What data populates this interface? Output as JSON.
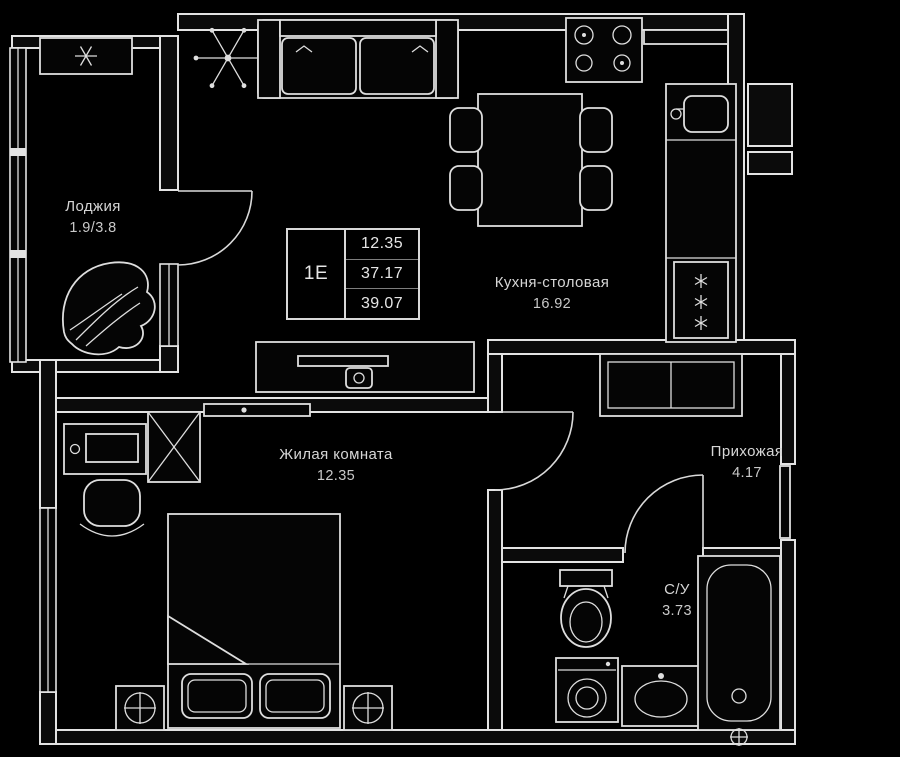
{
  "plan_info": {
    "unit_type": "1Е",
    "metrics": [
      "12.35",
      "37.17",
      "39.07"
    ]
  },
  "rooms": {
    "loggia": {
      "name": "Лоджия",
      "area": "1.9/3.8"
    },
    "kitchen_dining": {
      "name": "Кухня-столовая",
      "area": "16.92"
    },
    "living_room": {
      "name": "Жилая комната",
      "area": "12.35"
    },
    "hallway": {
      "name": "Прихожая",
      "area": "4.17"
    },
    "bathroom": {
      "name": "С/У",
      "area": "3.73"
    }
  },
  "colors": {
    "background": "#000000",
    "lines": "#e3e3e3",
    "text": "#d6d6d6"
  },
  "icons": {
    "ac_unit": "❄",
    "snowflake_decor": "❄",
    "freezer": "❄❄❄",
    "lamp": "⊕",
    "bath_faucet": "⊕"
  }
}
